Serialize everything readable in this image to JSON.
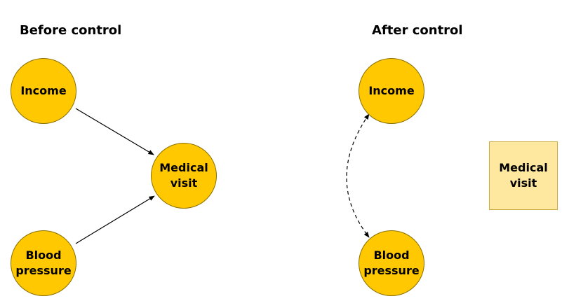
{
  "before": {
    "title": "Before control",
    "nodes": {
      "income": "Income",
      "medical_visit": "Medical\nvisit",
      "blood_pressure": "Blood\npressure"
    }
  },
  "after": {
    "title": "After control",
    "nodes": {
      "income": "Income",
      "medical_visit": "Medical\nvisit",
      "blood_pressure": "Blood\npressure"
    }
  },
  "colors": {
    "node_fill": "#ffc800",
    "controlled_fill": "#fee8a0",
    "edge": "#000000"
  }
}
